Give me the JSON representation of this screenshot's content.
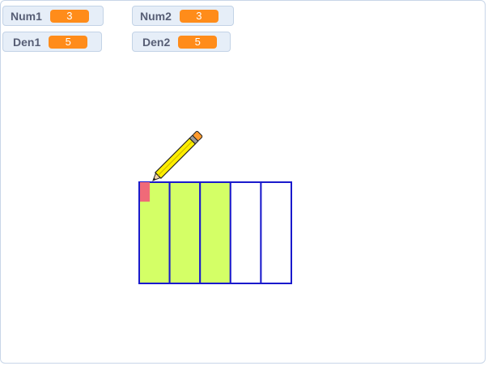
{
  "monitors": {
    "num1": {
      "label": "Num1",
      "value": "3"
    },
    "den1": {
      "label": "Den1",
      "value": "5"
    },
    "num2": {
      "label": "Num2",
      "value": "3"
    },
    "den2": {
      "label": "Den2",
      "value": "5"
    }
  },
  "fraction_model": {
    "total_parts": 5,
    "shaded_parts": 3,
    "fill_color": "#d4ff66",
    "stroke_color": "#1a1acc",
    "marker_color": "#f06a78"
  },
  "colors": {
    "monitor_value_bg": "#ff8c1a",
    "monitor_bg": "#e6eef8",
    "pencil_body": "#ffee00"
  },
  "icons": {
    "pencil": "pencil-sprite"
  }
}
